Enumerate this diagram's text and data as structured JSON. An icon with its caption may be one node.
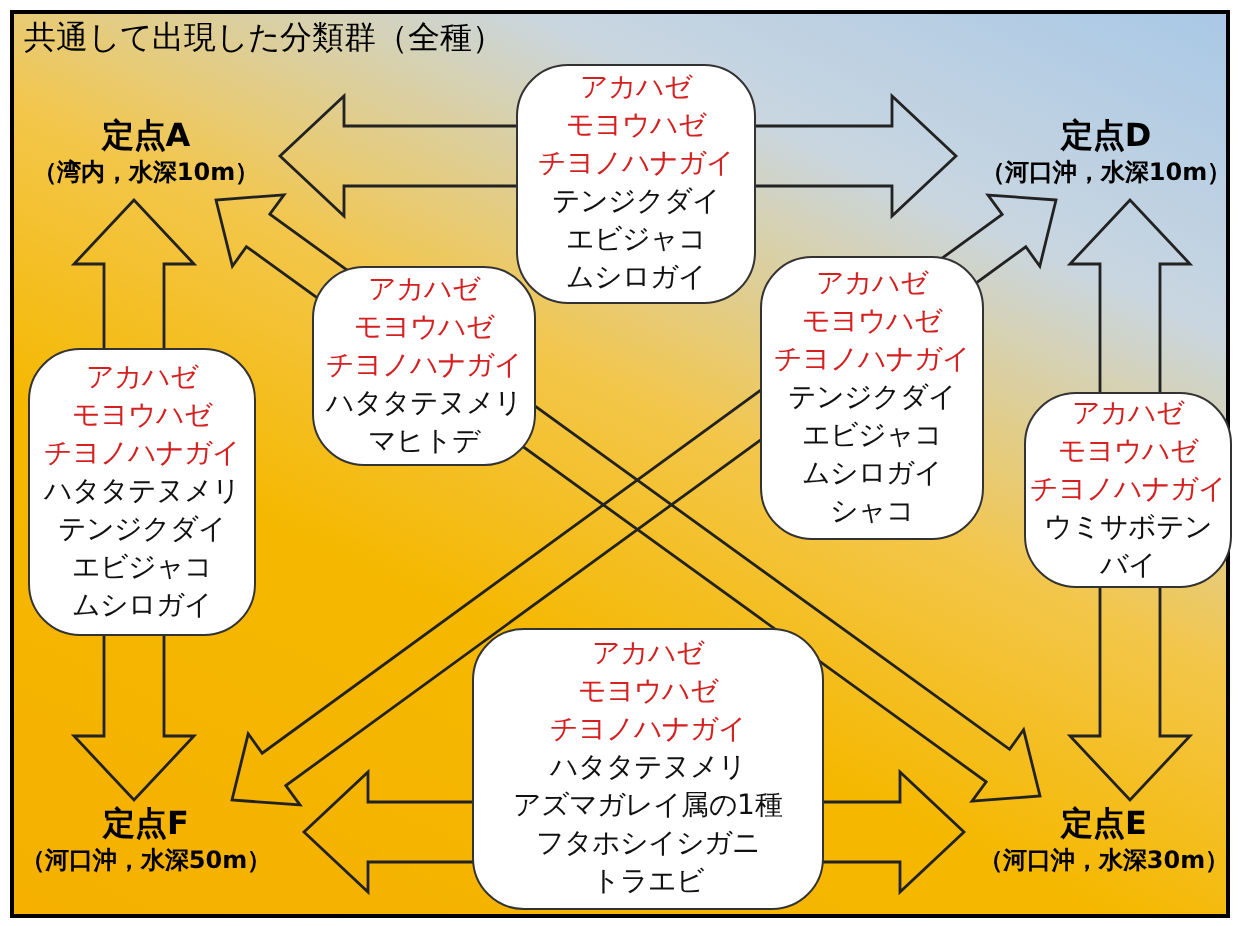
{
  "diagram": {
    "title": "共通して出現した分類群（全種）",
    "nodes": [
      {
        "text": [
          "定点A",
          "（湾内，水深10m）"
        ]
      },
      {
        "text": [
          "定点D",
          "（河口沖，水深10m）"
        ]
      },
      {
        "text": [
          "定点F",
          "（河口沖，水深50m）"
        ]
      },
      {
        "text": [
          "定点E",
          "（河口沖，水深30m）"
        ]
      },
      {
        "text": [
          "アカハゼ",
          "モヨウハゼ",
          "チヨノハナガイ",
          "テンジクダイ",
          "エビジャコ",
          "ムシロガイ"
        ]
      },
      {
        "text": [
          "アカハゼ",
          "モヨウハゼ",
          "チヨノハナガイ",
          "ハタタテヌメリ",
          "テンジクダイ",
          "エビジャコ",
          "ムシロガイ"
        ]
      },
      {
        "text": [
          "アカハゼ",
          "モヨウハゼ",
          "チヨノハナガイ",
          "ハタタテヌメリ",
          "マヒトデ"
        ]
      },
      {
        "text": [
          "アカハゼ",
          "モヨウハゼ",
          "チヨノハナガイ",
          "テンジクダイ",
          "エビジャコ",
          "ムシロガイ",
          "シャコ"
        ]
      },
      {
        "text": [
          "アカハゼ",
          "モヨウハゼ",
          "チヨノハナガイ",
          "ウミサボテン",
          "バイ"
        ]
      },
      {
        "text": [
          "アカハゼ",
          "モヨウハゼ",
          "チヨノハナガイ",
          "ハタタテヌメリ",
          "アズマガレイ属の1種",
          "フタホシイシガニ",
          "トラエビ"
        ]
      }
    ],
    "edges": [
      {
        "from": 0,
        "to": 1,
        "arrow": "both"
      },
      {
        "from": 0,
        "to": 2,
        "arrow": "both"
      },
      {
        "from": 0,
        "to": 3,
        "arrow": "both"
      },
      {
        "from": 1,
        "to": 2,
        "arrow": "both"
      },
      {
        "from": 1,
        "to": 3,
        "arrow": "both"
      },
      {
        "from": 2,
        "to": 3,
        "arrow": "both"
      }
    ]
  }
}
